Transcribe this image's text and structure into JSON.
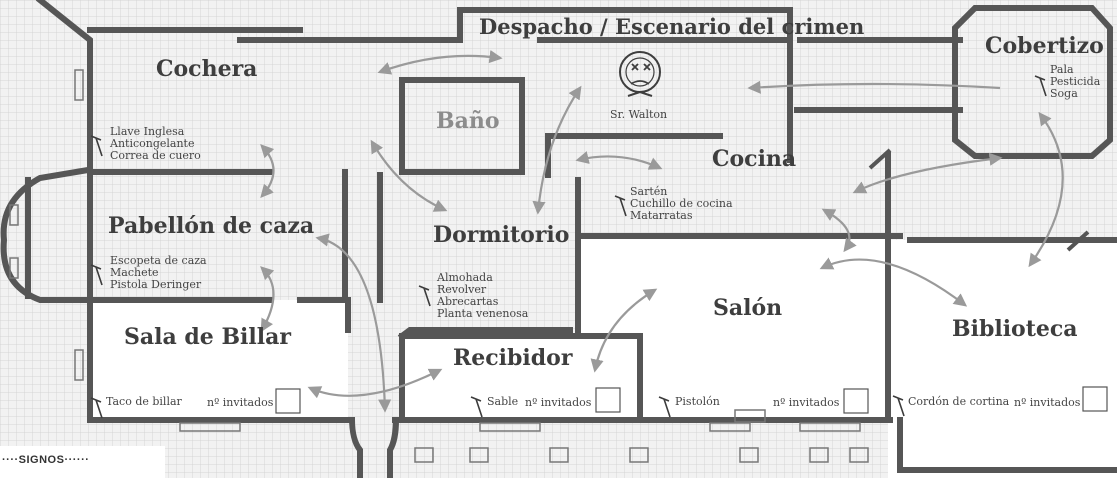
{
  "rooms": {
    "cochera": {
      "name": "Cochera",
      "items": [
        "Llave Inglesa",
        "Anticongelante",
        "Correa de cuero"
      ]
    },
    "despacho": {
      "name": "Despacho / Escenario del crimen",
      "victim": "Sr. Walton"
    },
    "cobertizo": {
      "name": "Cobertizo",
      "items": [
        "Pala",
        "Pesticida",
        "Soga"
      ]
    },
    "bano": {
      "name": "Baño"
    },
    "cocina": {
      "name": "Cocina",
      "items": [
        "Sartén",
        "Cuchillo de cocina",
        "Matarratas"
      ]
    },
    "pabellon": {
      "name": "Pabellón de caza",
      "items": [
        "Escopeta de caza",
        "Machete",
        "Pistola Deringer"
      ]
    },
    "dormitorio": {
      "name": "Dormitorio",
      "items": [
        "Almohada",
        "Revolver",
        "Abrecartas",
        "Planta venenosa"
      ]
    },
    "billar": {
      "name": "Sala de Billar",
      "items": [
        "Taco de billar"
      ]
    },
    "recibidor": {
      "name": "Recibidor",
      "items": [
        "Sable"
      ]
    },
    "salon": {
      "name": "Salón",
      "items": [
        "Pistolón"
      ]
    },
    "biblioteca": {
      "name": "Biblioteca",
      "items": [
        "Cordón de cortina"
      ]
    }
  },
  "guest_count_label": "nº invitados",
  "legend": {
    "title": "····SIGNOS······"
  },
  "colors": {
    "wall": "#555555",
    "grid": "#d9d9d9",
    "floor_room": "#ffffff",
    "arrow": "#9a9a9a"
  }
}
